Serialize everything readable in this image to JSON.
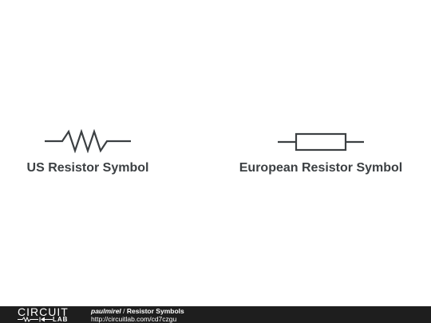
{
  "diagram": {
    "us_label": "US Resistor Symbol",
    "european_label": "European Resistor Symbol",
    "stroke_color": "#3c4043"
  },
  "footer": {
    "logo_text": "CIRCUIT",
    "logo_sub": "LAB",
    "author": "paulmirel",
    "separator": "/",
    "title": "Resistor Symbols",
    "url": "http://circuitlab.com/cd7czgu",
    "background": "#1e1e1e"
  }
}
